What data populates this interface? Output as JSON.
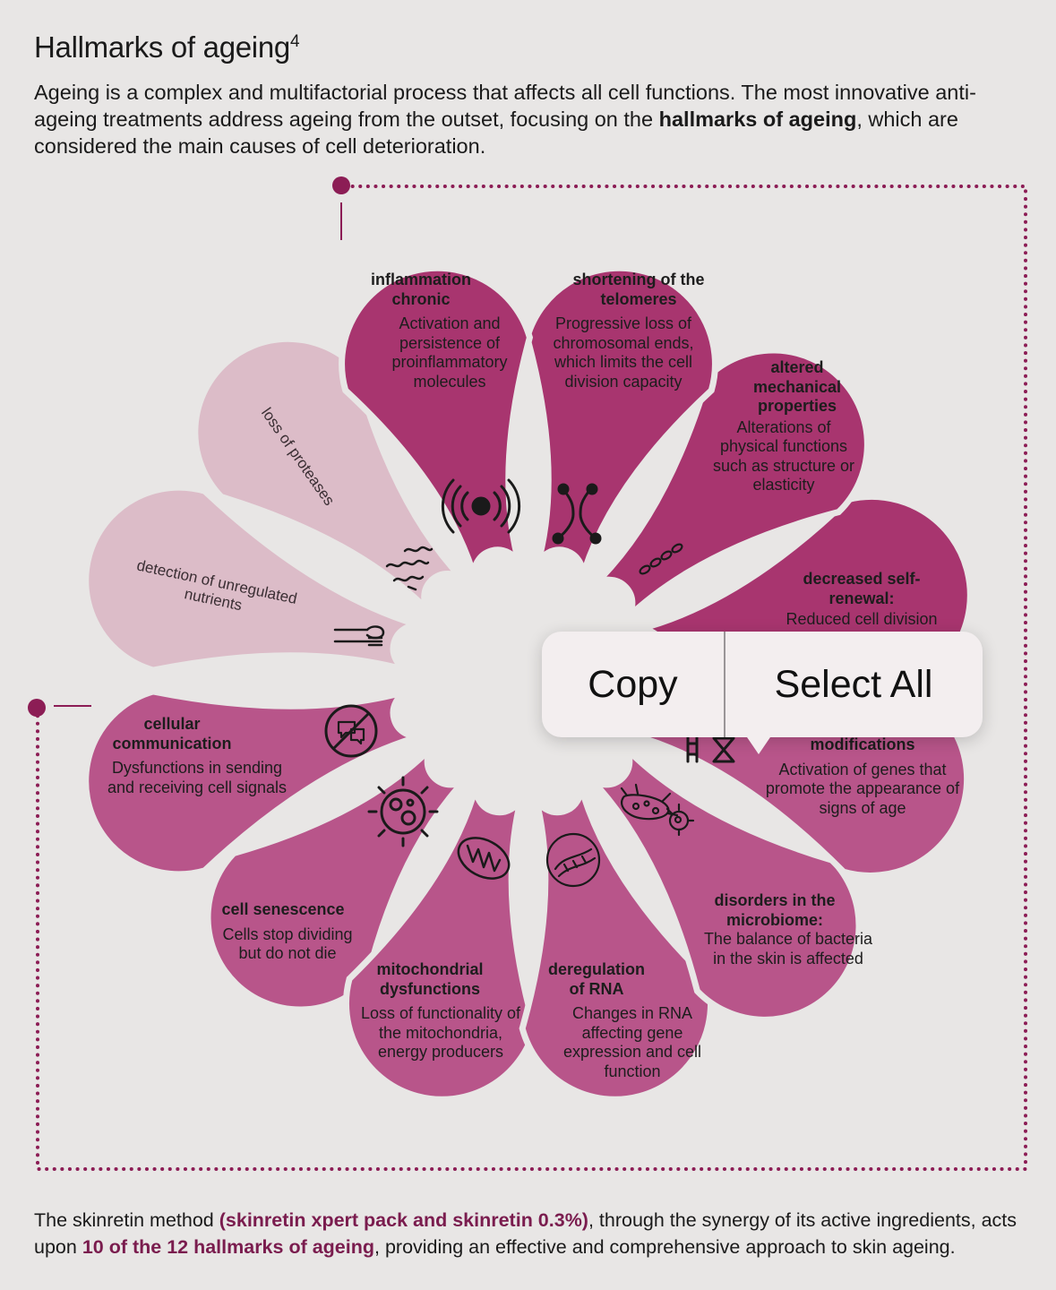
{
  "title": "Hallmarks of ageing",
  "title_sup": "4",
  "intro": {
    "part1": "Ageing is a complex and multifactorial process that affects all cell functions. The most innovative anti-ageing treatments address ageing from the outset, focusing on the ",
    "bold": "hallmarks of ageing",
    "part2": ", which are considered the main causes of cell deterioration."
  },
  "petals": {
    "inflammation": {
      "head": "inflammation chronic",
      "body": "Activation and persistence of proinflammatory molecules"
    },
    "telomeres": {
      "head": "shortening of the telomeres",
      "body": "Progressive loss of chromosomal ends, which limits the cell division capacity"
    },
    "mechanical": {
      "head": "altered mechanical properties",
      "body": "Alterations of physical functions such as structure or elasticity"
    },
    "selfrenewal": {
      "head": "decreased self-renewal:",
      "body": "Reduced cell division"
    },
    "epigenetic": {
      "head": "modifications",
      "body": "Activation of genes that promote the appearance of signs of age"
    },
    "microbiome": {
      "head": "disorders in the microbiome:",
      "body": "The balance of bacteria in the skin is affected"
    },
    "rna": {
      "head": "deregulation of RNA",
      "body": "Changes in RNA affecting gene expression and cell function"
    },
    "mitochondrial": {
      "head": "mitochondrial dysfunctions",
      "body": "Loss of functionality of the mitochondria, energy producers"
    },
    "senescence": {
      "head": "cell senescence",
      "body": "Cells stop dividing but do not die"
    },
    "communication": {
      "head": "cellular communication",
      "body": "Dysfunctions in sending and receiving cell signals"
    },
    "nutrients": {
      "head": "detection of unregulated nutrients"
    },
    "proteases": {
      "head": "loss of proteases"
    }
  },
  "popup": {
    "copy": "Copy",
    "select_all": "Select All"
  },
  "footer": {
    "part1": "The skinretin method ",
    "accent1": "(skinretin xpert pack and skinretin 0.3%)",
    "part2": ", through the synergy of its active ingredients, acts upon ",
    "accent2": "10 of the 12 hallmarks of ageing",
    "part3": ", providing an effective and comprehensive approach to skin ageing."
  },
  "colors": {
    "petal_dark": "#a8356f",
    "petal_mid": "#b8558a",
    "petal_light": "#dcbcc8",
    "accent": "#7a1c4e",
    "dots": "#8c1d55"
  }
}
